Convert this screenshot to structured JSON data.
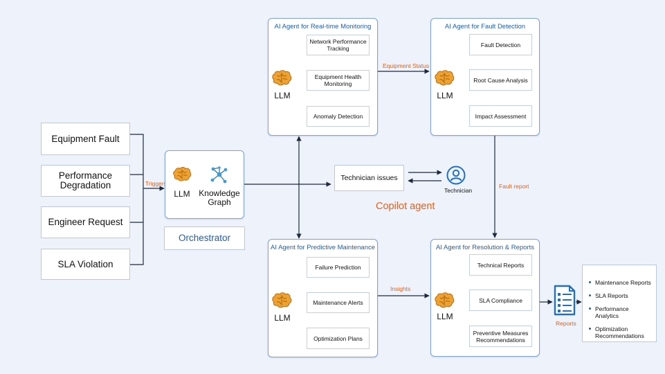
{
  "triggers": [
    "Equipment Fault",
    "Performance Degradation",
    "Engineer Request",
    "SLA Violation"
  ],
  "labels": {
    "triggers": "Triggers",
    "equipment_status": "Equipment Status",
    "fault_report": "Fault report",
    "insights": "Insights",
    "reports": "Reports"
  },
  "orchestrator": {
    "llm": "LLM",
    "kg_line1": "Knowledge",
    "kg_line2": "Graph",
    "name": "Orchestrator"
  },
  "copilot": {
    "issues": "Technician issues",
    "technician": "Technician",
    "title": "Copilot agent"
  },
  "agents": {
    "monitoring": {
      "title": "AI Agent for Real-time Monitoring",
      "llm": "LLM",
      "tasks": [
        [
          "Network Performance",
          "Tracking"
        ],
        [
          "Equipment Health",
          "Monitoring"
        ],
        [
          "Anomaly Detection"
        ]
      ]
    },
    "fault": {
      "title": "AI Agent for Fault Detection",
      "llm": "LLM",
      "tasks": [
        [
          "Fault Detection"
        ],
        [
          "Root Cause Analysis"
        ],
        [
          "Impact Assessment"
        ]
      ]
    },
    "predictive": {
      "title": "AI Agent for Predictive Maintenance",
      "llm": "LLM",
      "tasks": [
        [
          "Failure Prediction"
        ],
        [
          "Maintenance Alerts"
        ],
        [
          "Optimization Plans"
        ]
      ]
    },
    "resolution": {
      "title": "AI Agent for Resolution & Reports",
      "llm": "LLM",
      "tasks": [
        [
          "Technical Reports"
        ],
        [
          "SLA Compliance"
        ],
        [
          "Preventive Measures",
          "Recommendations"
        ]
      ]
    }
  },
  "report_list": [
    [
      "Maintenance Reports"
    ],
    [
      "SLA Reports"
    ],
    [
      "Performance Analytics"
    ],
    [
      "Optimization",
      "Recommendations"
    ]
  ],
  "colors": {
    "accent": "#1f5ea8",
    "label": "#e2621b",
    "brain": "#f0a22e",
    "background": "#edf2fb"
  },
  "icons": [
    "brain-icon",
    "knowledge-graph-icon",
    "technician-icon",
    "report-document-icon"
  ]
}
